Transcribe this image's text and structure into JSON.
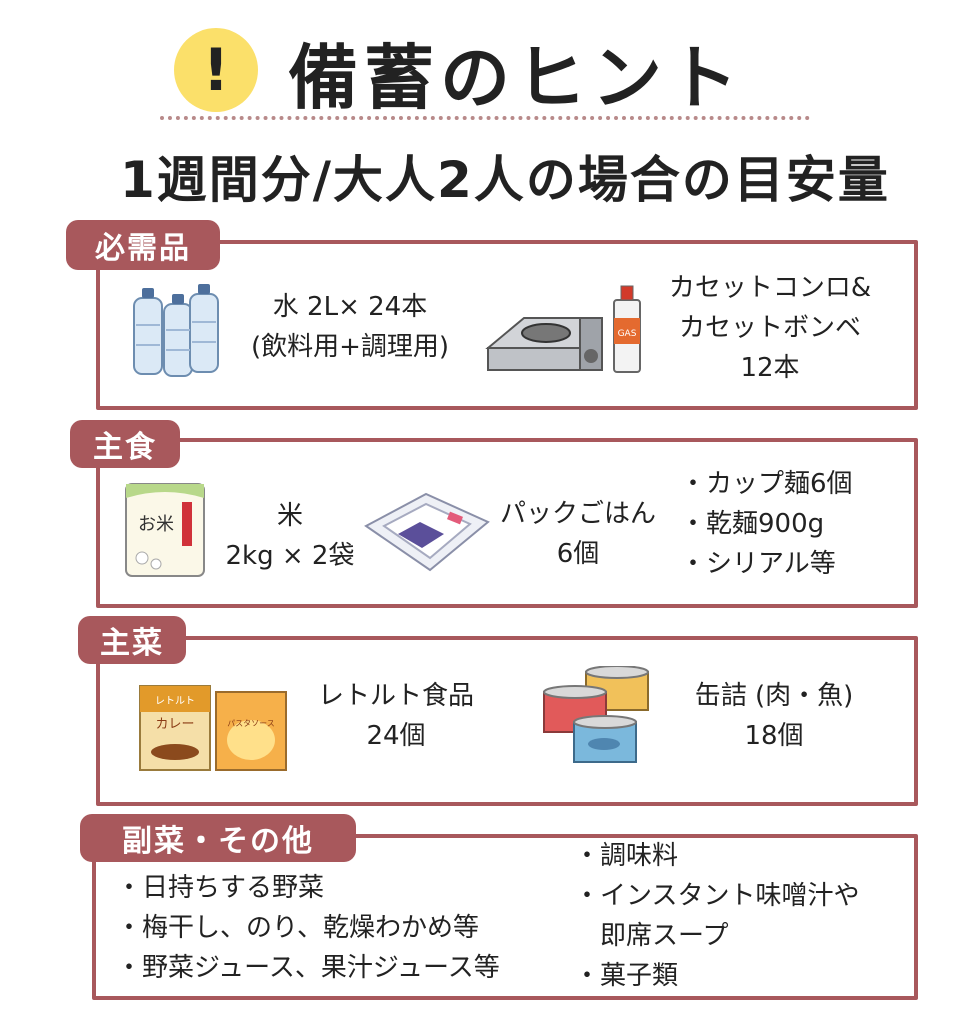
{
  "header": {
    "badge": "!",
    "title": "備蓄のヒント",
    "subtitle": "1週間分/大人2人の場合の目安量"
  },
  "sections": [
    {
      "label": "必需品",
      "items": [
        {
          "line1": "水 2L× 24本",
          "line2": "(飲料用+調理用)"
        },
        {
          "line1": "カセットコンロ&",
          "line2": "カセットボンベ",
          "line3": "12本",
          "can_label": "GAS"
        }
      ]
    },
    {
      "label": "主食",
      "items": [
        {
          "line1": "米",
          "line2": "2kg × 2袋",
          "bag_label": "お米"
        },
        {
          "line1": "パックごはん",
          "line2": "6個"
        },
        {
          "bullets": [
            "・カップ麺6個",
            "・乾麺900g",
            "・シリアル等"
          ]
        }
      ]
    },
    {
      "label": "主菜",
      "items": [
        {
          "line1": "レトルト食品",
          "line2": "24個",
          "box1_top": "レトルト",
          "box1_main": "カレー",
          "box2_label": "パスタソース"
        },
        {
          "line1": "缶詰 (肉・魚)",
          "line2": "18個"
        }
      ]
    },
    {
      "label": "副菜・その他",
      "left_bullets": [
        "・日持ちする野菜",
        "・梅干し、のり、乾燥わかめ等",
        "・野菜ジュース、果汁ジュース等"
      ],
      "right_bullets": [
        "・調味料",
        "・インスタント味噌汁や",
        "即席スープ",
        "・菓子類"
      ]
    }
  ]
}
